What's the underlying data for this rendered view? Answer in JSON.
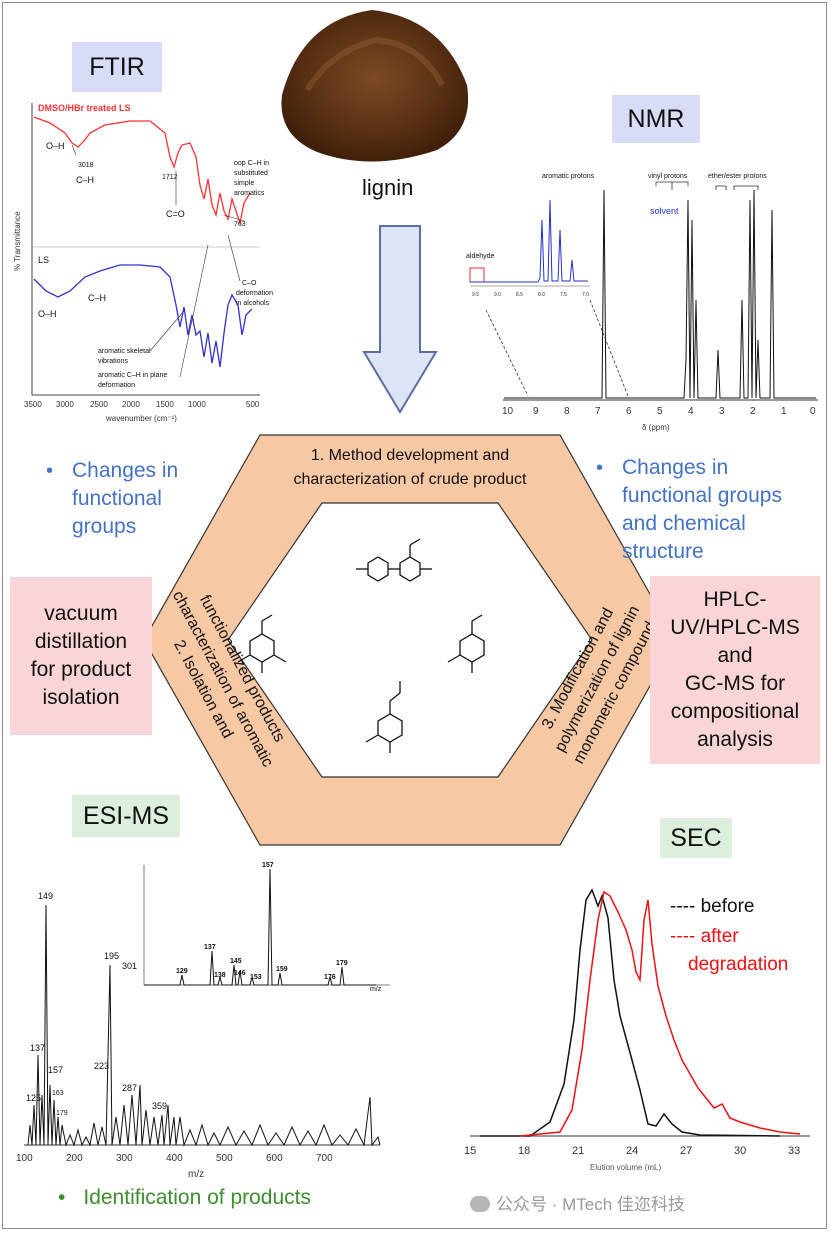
{
  "tags": {
    "ftir": "FTIR",
    "nmr": "NMR",
    "esims": "ESI-MS",
    "sec": "SEC"
  },
  "center": {
    "lignin_label": "lignin",
    "step1_line1": "1. Method development and",
    "step1_line2": "characterization of crude product",
    "step2_line1": "2. Isolation and",
    "step2_line2": "characterization of aromatic",
    "step2_line3": "functionalized products",
    "step3_line1": "3. Modification and",
    "step3_line2": "polymerization of lignin",
    "step3_line3": "monomeric compounds"
  },
  "left_bullet": {
    "line1": "Changes in",
    "line2": "functional",
    "line3": "groups"
  },
  "right_bullet": {
    "line1": "Changes in",
    "line2": "functional groups",
    "line3": "and chemical",
    "line4": "structure"
  },
  "left_box": {
    "line1": "vacuum",
    "line2": "distillation",
    "line3": "for product",
    "line4": "isolation"
  },
  "right_box": {
    "line1": "HPLC-",
    "line2": "UV/HPLC-MS",
    "line3": "and",
    "line4": "GC-MS for",
    "line5": "compositional",
    "line6": "analysis"
  },
  "bottom_bullet": "Identification of products",
  "watermark": "公众号 · MTech 佳迩科技",
  "ftir_plot": {
    "top_label": "DMSO/HBr treated LS",
    "bottom_label": "LS",
    "ylabel": "% Transmittance",
    "xlabel": "wavenumber (cm⁻¹)",
    "xticks": [
      "3500",
      "3000",
      "2500",
      "2000",
      "1500",
      "1000",
      "500"
    ],
    "ann_oh_top": "O–H",
    "ann_3018": "3018",
    "ann_ch_top": "C–H",
    "ann_1712": "1712",
    "ann_co": "C=O",
    "ann_oop1": "oop C–H in",
    "ann_oop2": "substituted",
    "ann_oop3": "simple",
    "ann_oop4": "aromatics",
    "ann_763": "763",
    "ann_oh_bot": "O–H",
    "ann_ch_bot": "C–H",
    "ann_codef1": "C–O",
    "ann_codef2": "deformation",
    "ann_codef3": "in alcohols",
    "ann_skel1": "aromatic skeletal",
    "ann_skel2": "vibrations",
    "ann_plane1": "aromatic C–H in plane",
    "ann_plane2": "deformation"
  },
  "nmr_plot": {
    "xlabel": "δ (ppm)",
    "xticks": [
      "10",
      "9",
      "8",
      "7",
      "6",
      "5",
      "4",
      "3",
      "2",
      "1",
      "0"
    ],
    "ann_aromatic": "aromatic protons",
    "ann_vinyl": "vinyl protons",
    "ann_ether": "ether/ester protons",
    "ann_solvent": "solvent",
    "ann_aldehyde": "aldehyde",
    "inset_ticks": [
      "9.5",
      "9.0",
      "8.5",
      "8.0",
      "7.5",
      "7.0"
    ]
  },
  "esims_plot": {
    "xlabel": "m/z",
    "xticks": [
      "100",
      "200",
      "300",
      "400",
      "500",
      "600",
      "700"
    ],
    "peak_labels": [
      "149",
      "195",
      "301",
      "137",
      "157",
      "223",
      "287",
      "125",
      "163",
      "179",
      "359"
    ],
    "inset_peaks": [
      "157",
      "137",
      "145",
      "129",
      "138",
      "146",
      "153",
      "159",
      "179",
      "176"
    ],
    "inset_xlabel": "m/z"
  },
  "sec_plot": {
    "xlabel": "Elution volume (mL)",
    "xticks": [
      "15",
      "18",
      "21",
      "24",
      "27",
      "30",
      "33"
    ],
    "legend_before": "---- before",
    "legend_after_1": "---- after",
    "legend_after_2": "degradation"
  },
  "colors": {
    "tag_blue": "#d9dcf7",
    "tag_green": "#dceedd",
    "pink_box": "#f9d5d7",
    "hexagon": "#f7c8a4",
    "bullet_blue": "#4472c4",
    "green_text": "#3e8e2f",
    "ftir_red": "#ff3333",
    "ftir_blue": "#3333cc",
    "sec_red": "#ee1111",
    "arrow_fill": "#dde4f5",
    "arrow_stroke": "#5a6fa6"
  }
}
